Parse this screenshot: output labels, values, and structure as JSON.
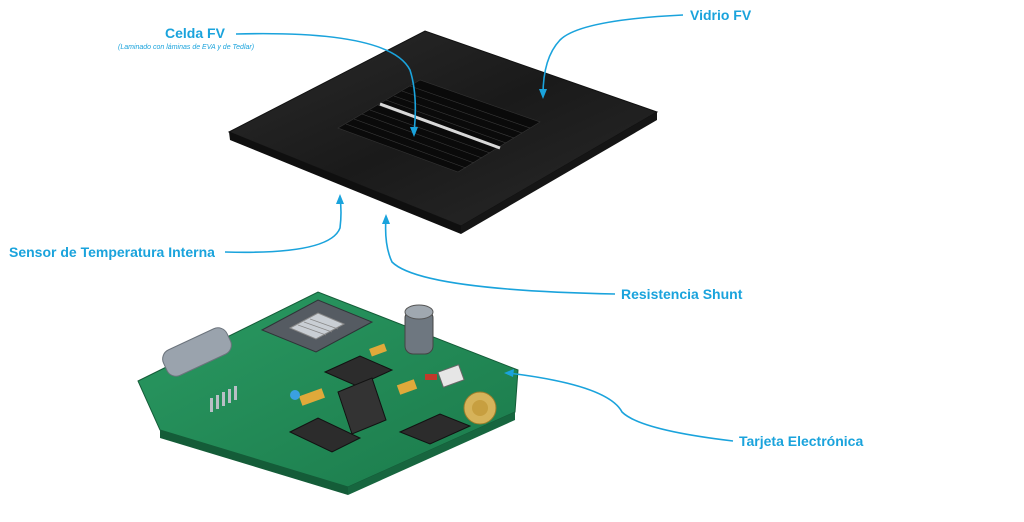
{
  "labels": {
    "celda_fv": "Celda FV",
    "celda_fv_sub": "(Laminado con láminas de EVA y de Tedlar)",
    "vidrio_fv": "Vidrio FV",
    "sensor": "Sensor de Temperatura Interna",
    "resistencia": "Resistencia Shunt",
    "tarjeta": "Tarjeta Electrónica"
  },
  "colors": {
    "accent": "#1aa3dc",
    "panel": "#1c1c1c",
    "pcb": "#1f8a56"
  }
}
